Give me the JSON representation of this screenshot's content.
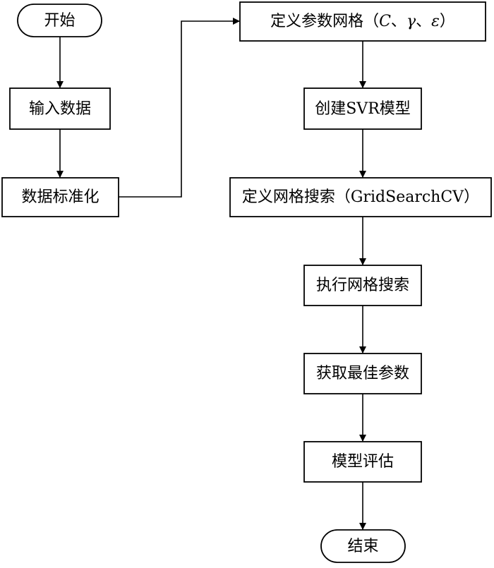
{
  "nodes": {
    "start": {
      "label": "开始"
    },
    "input": {
      "label": "输入数据"
    },
    "normalize": {
      "label": "数据标准化"
    },
    "param_grid": {
      "label_prefix": "定义参数网格（",
      "param_c": "C",
      "sep1": "、",
      "param_gamma": "γ",
      "sep2": "、",
      "param_eps": "ε",
      "label_suffix": "）"
    },
    "create_svr": {
      "label": "创建SVR模型"
    },
    "grid_search": {
      "label": "定义网格搜索（GridSearchCV）"
    },
    "execute_search": {
      "label": "执行网格搜索"
    },
    "best_params": {
      "label": "获取最佳参数"
    },
    "evaluate": {
      "label": "模型评估"
    },
    "end": {
      "label": "结束"
    }
  },
  "edges": [
    {
      "from": "start",
      "to": "input"
    },
    {
      "from": "input",
      "to": "normalize"
    },
    {
      "from": "normalize",
      "to": "param_grid"
    },
    {
      "from": "param_grid",
      "to": "create_svr"
    },
    {
      "from": "create_svr",
      "to": "grid_search"
    },
    {
      "from": "grid_search",
      "to": "execute_search"
    },
    {
      "from": "execute_search",
      "to": "best_params"
    },
    {
      "from": "best_params",
      "to": "evaluate"
    },
    {
      "from": "evaluate",
      "to": "end"
    }
  ]
}
